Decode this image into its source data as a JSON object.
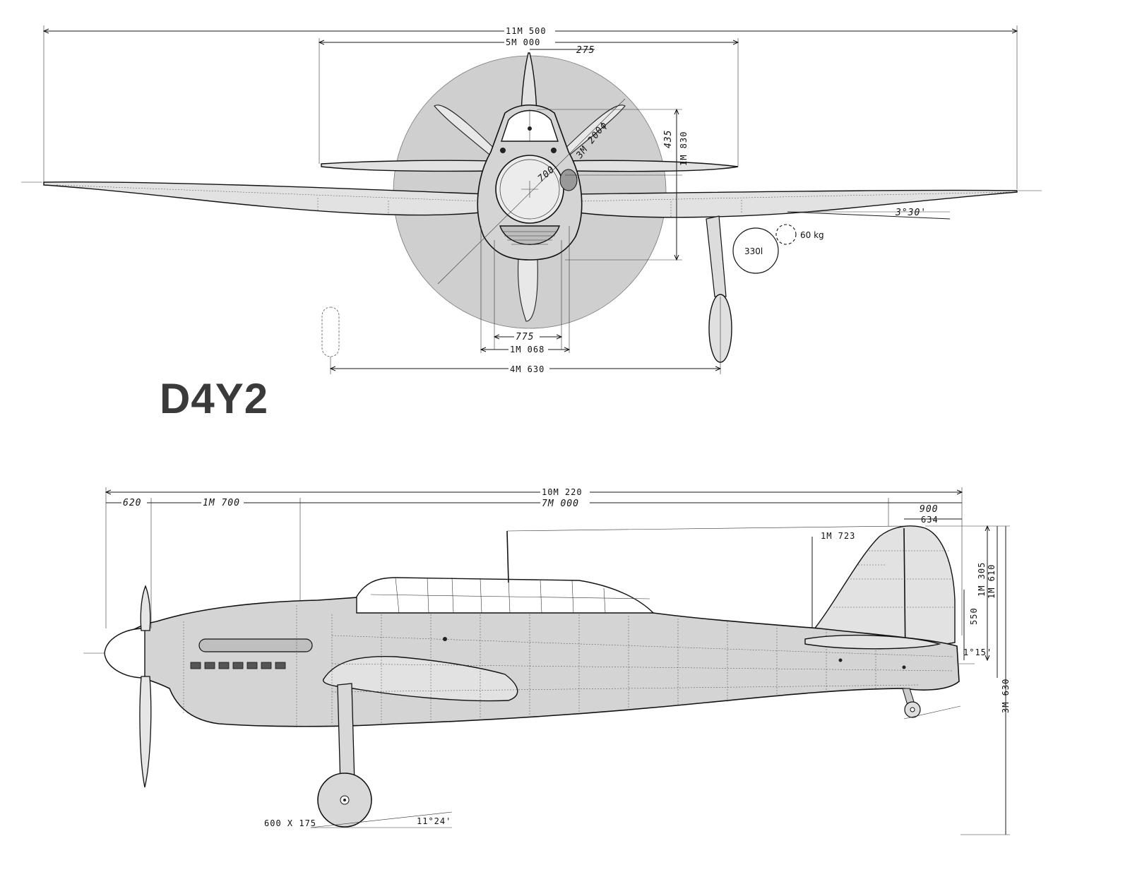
{
  "title": "D4Y2",
  "front_view": {
    "dimensions": {
      "span": "11M 500",
      "tailplane_span": "5M 000",
      "fin_offset": "275",
      "prop_diameter": "3M 200ϕ",
      "spinner_height": "435",
      "height_to_axis": "1M 830",
      "cowl_diameter": "700",
      "inner_width": "775",
      "outer_width": "1M 068",
      "track": "4M 630",
      "dihedral": "3°30'"
    },
    "stores": {
      "drop_tank": "330l",
      "bomb": "60 kg"
    }
  },
  "side_view": {
    "dimensions": {
      "length": "10M 220",
      "fuselage_length": "7M 000",
      "spinner_len": "620",
      "nose_len": "1M 700",
      "rudder_chord": "900",
      "tail_chord": "634",
      "fin_height": "1M 723",
      "tail_height": "1M 305",
      "tail_total": "1M 610",
      "tailwheel_offset": "550",
      "tail_angle": "1°15'",
      "overall_height": "3M 630",
      "tire": "600 X 175",
      "ground_angle": "11°24'"
    }
  }
}
